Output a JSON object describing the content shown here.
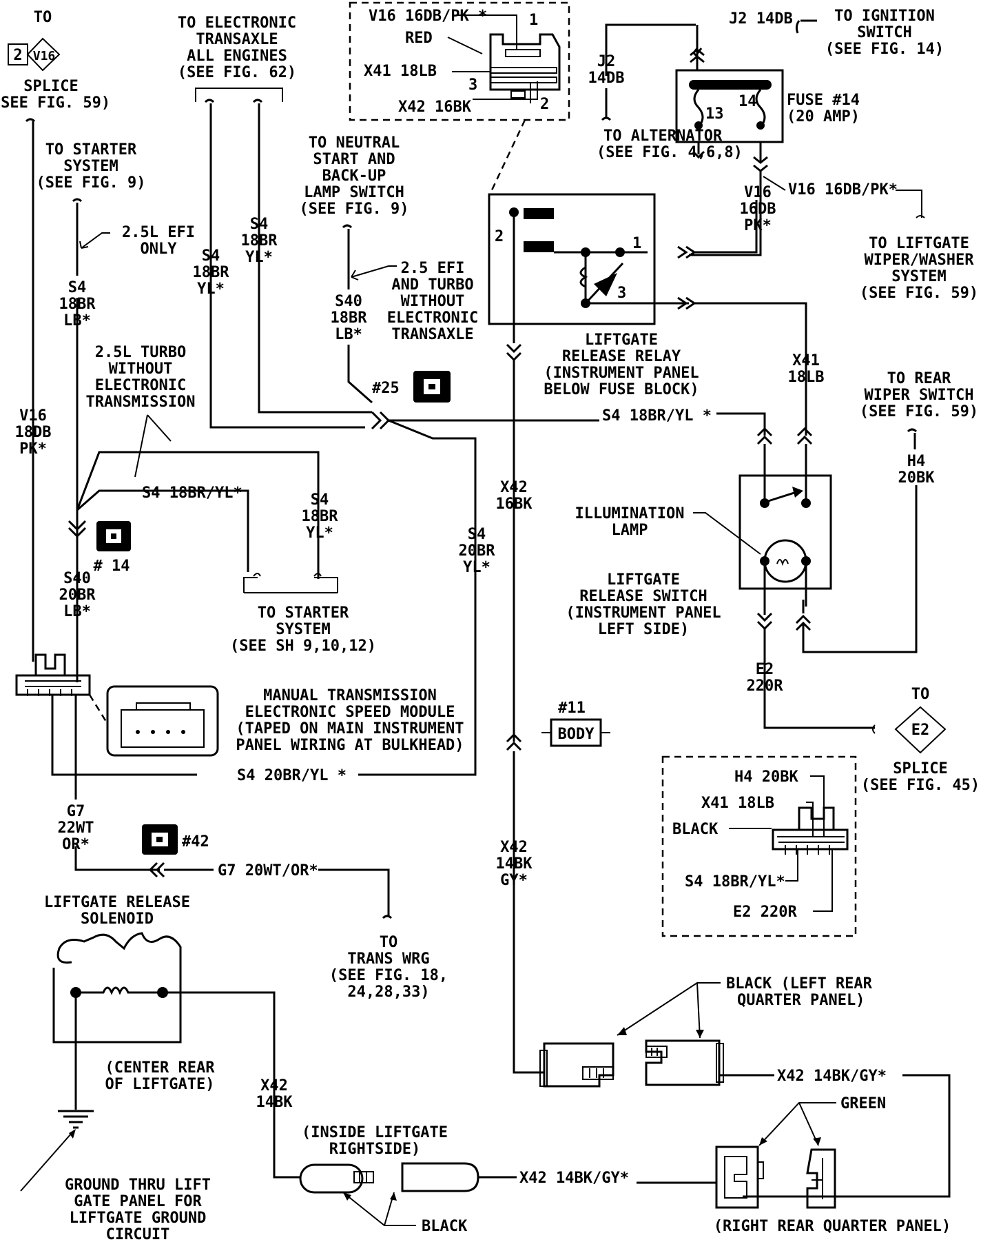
{
  "labels": {
    "to_top_left": "TO",
    "v16_splice_ref": "2",
    "v16_splice_name": "V16",
    "splice_59_l1": "SPLICE",
    "splice_59_l2": "(SEE FIG. 59)",
    "et_l1": "TO ELECTRONIC",
    "et_l2": "TRANSAXLE",
    "et_l3": "ALL ENGINES",
    "et_l4": "(SEE FIG. 62)",
    "conn_v16": "V16 16DB/PK *",
    "conn_red": "RED",
    "conn_x41": "X41 18LB",
    "conn_x42": "X42 16BK",
    "pin1": "1",
    "pin2": "2",
    "pin3": "3",
    "j2_top": "J2 14DB",
    "ign_l1": "TO IGNITION",
    "ign_l2": "SWITCH",
    "ign_l3": "(SEE FIG. 14)",
    "j2_left_l1": "J2",
    "j2_left_l2": "14DB",
    "fuse_l1": "FUSE #14",
    "fuse_l2": "(20 AMP)",
    "fuse_13": "13",
    "fuse_14": "14",
    "alt_l1": "TO ALTERNATOR",
    "alt_l2": "(SEE FIG. 4,6,8)",
    "v16_right_tag": "V16 16DB/PK*",
    "v16_right_l1": "V16",
    "v16_right_l2": "16DB",
    "v16_right_l3": "PK*",
    "lw_l1": "TO LIFTGATE",
    "lw_l2": "WIPER/WASHER",
    "lw_l3": "SYSTEM",
    "lw_l4": "(SEE FIG. 59)",
    "starter_top_l1": "TO STARTER",
    "starter_top_l2": "SYSTEM",
    "starter_top_l3": "(SEE FIG. 9)",
    "efi_only_l1": "2.5L EFI",
    "efi_only_l2": "ONLY",
    "s4_18br_lb_l1": "S4",
    "s4_18br_lb_l2": "18BR",
    "s4_18br_lb_l3": "LB*",
    "s4_yl_a_l1": "S4",
    "s4_yl_a_l2": "18BR",
    "s4_yl_a_l3": "YL*",
    "s4_yl_b_l1": "S4",
    "s4_yl_b_l2": "18BR",
    "s4_yl_b_l3": "YL*",
    "ns_l1": "TO NEUTRAL",
    "ns_l2": "START AND",
    "ns_l3": "BACK-UP",
    "ns_l4": "LAMP SWITCH",
    "ns_l5": "(SEE FIG. 9)",
    "efi_turbo_l1": "2.5 EFI",
    "efi_turbo_l2": "AND TURBO",
    "efi_turbo_l3": "WITHOUT",
    "efi_turbo_l4": "ELECTRONIC",
    "efi_turbo_l5": "TRANSAXLE",
    "s40_top_l1": "S40",
    "s40_top_l2": "18BR",
    "s40_top_l3": "LB*",
    "relay_l1": "LIFTGATE",
    "relay_l2": "RELEASE RELAY",
    "relay_l3": "(INSTRUMENT PANEL",
    "relay_l4": "BELOW FUSE BLOCK)",
    "relay_p1": "1",
    "relay_p2": "2",
    "relay_p3": "3",
    "x41_18lb_l1": "X41",
    "x41_18lb_l2": "18LB",
    "rear_wiper_l1": "TO REAR",
    "rear_wiper_l2": "WIPER SWITCH",
    "rear_wiper_l3": "(SEE FIG. 59)",
    "h4_l1": "H4",
    "h4_l2": "20BK",
    "v16_left_l1": "V16",
    "v16_left_l2": "18DB",
    "v16_left_l3": "PK*",
    "turbo_l1": "2.5L TURBO",
    "turbo_l2": "WITHOUT",
    "turbo_l3": "ELECTRONIC",
    "turbo_l4": "TRANSMISSION",
    "splice25": "#25",
    "s4_18bryl_main": "S4 18BR/YL *",
    "s4_18bryl_left": "S4 18BR/YL*",
    "s4_18br_yl_c1": "S4",
    "s4_18br_yl_c2": "18BR",
    "s4_18br_yl_c3": "YL*",
    "x42_16bk_l1": "X42",
    "x42_16bk_l2": "16BK",
    "s4_20br_l1": "S4",
    "s4_20br_l2": "20BR",
    "s4_20br_l3": "YL*",
    "splice14": "# 14",
    "s40_20br_l1": "S40",
    "s40_20br_l2": "20BR",
    "s40_20br_l3": "LB*",
    "starter_bot_l1": "TO STARTER",
    "starter_bot_l2": "SYSTEM",
    "starter_bot_l3": "(SEE SH 9,10,12)",
    "illum_l1": "ILLUMINATION",
    "illum_l2": "LAMP",
    "sw_l1": "LIFTGATE",
    "sw_l2": "RELEASE SWITCH",
    "sw_l3": "(INSTRUMENT PANEL",
    "sw_l4": "LEFT SIDE)",
    "e2_l1": "E2",
    "e2_l2": "220R",
    "mt_l1": "MANUAL TRANSMISSION",
    "mt_l2": "ELECTRONIC SPEED MODULE",
    "mt_l3": "(TAPED ON MAIN INSTRUMENT",
    "mt_l4": "PANEL WIRING AT BULKHEAD)",
    "body_num": "#11",
    "body": "BODY",
    "to_e2": "TO",
    "e2_splice": "E2",
    "e2_splice_l1": "SPLICE",
    "e2_splice_l2": "(SEE FIG. 45)",
    "s4_20bryl": "S4 20BR/YL *",
    "inset_h4": "H4 20BK",
    "inset_x41": "X41 18LB",
    "inset_black": "BLACK",
    "inset_s4": "S4 18BR/YL*",
    "inset_e2": "E2 220R",
    "g7_l1": "G7",
    "g7_l2": "22WT",
    "g7_l3": "OR*",
    "splice42": "#42",
    "g7_20wt": "G7 20WT/OR*",
    "x42_14bk_l1": "X42",
    "x42_14bk_l2": "14BK",
    "x42_14bk_l3": "GY*",
    "sol_l1": "LIFTGATE RELEASE",
    "sol_l2": "SOLENOID",
    "trans_l1": "TO",
    "trans_l2": "TRANS WRG",
    "trans_l3": "(SEE FIG. 18,",
    "trans_l4": "24,28,33)",
    "black_lrq_l1": "BLACK (LEFT REAR",
    "black_lrq_l2": "QUARTER PANEL)",
    "center_l1": "(CENTER REAR",
    "center_l2": "OF LIFTGATE)",
    "x42_14bk_bot_l1": "X42",
    "x42_14bk_bot_l2": "14BK",
    "x42_14bkgy_right": "X42 14BK/GY*",
    "green": "GREEN",
    "inside_l1": "(INSIDE LIFTGATE",
    "inside_l2": "RIGHTSIDE)",
    "x42_14bkgy_bot": "X42 14BK/GY*",
    "gnd_l1": "GROUND THRU LIFT",
    "gnd_l2": "GATE PANEL FOR",
    "gnd_l3": "LIFTGATE GROUND",
    "gnd_l4": "CIRCUIT",
    "black_bot": "BLACK",
    "rrq": "(RIGHT REAR QUARTER PANEL)"
  }
}
